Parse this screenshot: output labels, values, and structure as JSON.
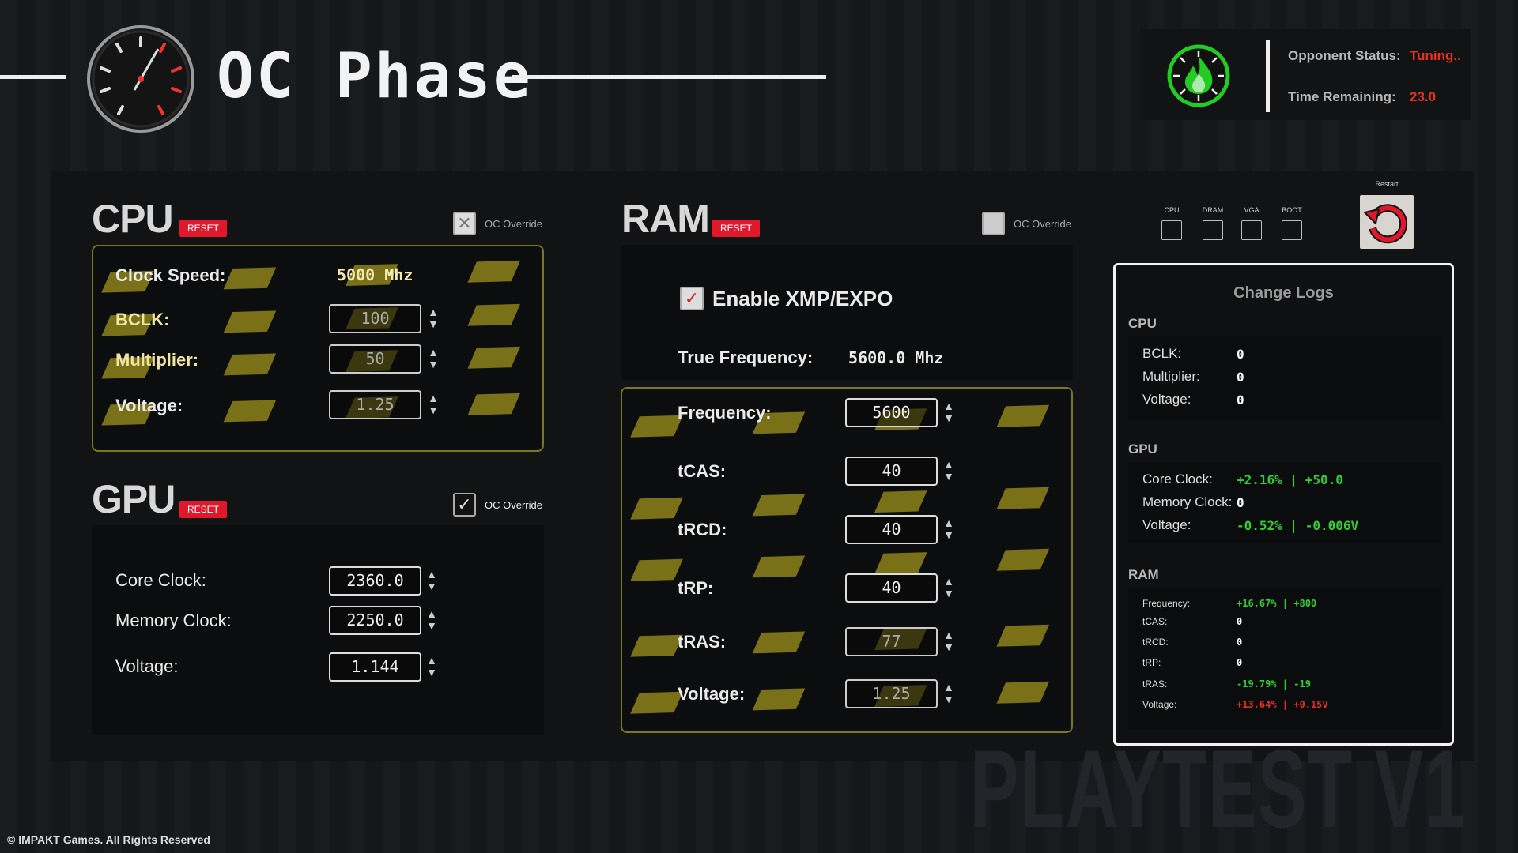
{
  "header": {
    "title": "OC Phase",
    "opponent_label": "Opponent Status:",
    "opponent_value": "Tuning..",
    "time_label": "Time Remaining:",
    "time_value": "23.0"
  },
  "cpu": {
    "title": "CPU",
    "reset": "RESET",
    "oc_override": "OC Override",
    "oc_checked": false,
    "clock_label": "Clock Speed:",
    "clock_value": "5000 Mhz",
    "rows": [
      {
        "label": "BCLK:",
        "value": "100"
      },
      {
        "label": "Multiplier:",
        "value": "50"
      },
      {
        "label": "Voltage:",
        "value": "1.25"
      }
    ]
  },
  "gpu": {
    "title": "GPU",
    "reset": "RESET",
    "oc_override": "OC Override",
    "oc_checked": true,
    "rows": [
      {
        "label": "Core Clock:",
        "value": "2360.0"
      },
      {
        "label": "Memory Clock:",
        "value": "2250.0"
      },
      {
        "label": "Voltage:",
        "value": "1.144"
      }
    ]
  },
  "ram": {
    "title": "RAM",
    "reset": "RESET",
    "oc_override": "OC Override",
    "oc_checked": false,
    "xmp_label": "Enable XMP/EXPO",
    "xmp_checked": true,
    "true_freq_label": "True Frequency:",
    "true_freq_value": "5600.0 Mhz",
    "rows": [
      {
        "label": "Frequency:",
        "value": "5600"
      },
      {
        "label": "tCAS:",
        "value": "40"
      },
      {
        "label": "tRCD:",
        "value": "40"
      },
      {
        "label": "tRP:",
        "value": "40"
      },
      {
        "label": "tRAS:",
        "value": "77"
      },
      {
        "label": "Voltage:",
        "value": "1.25"
      }
    ]
  },
  "boot": {
    "items": [
      "CPU",
      "DRAM",
      "VGA",
      "BOOT"
    ],
    "restart_label": "Restart"
  },
  "logs": {
    "title": "Change Logs",
    "cpu": {
      "title": "CPU",
      "rows": [
        {
          "label": "BCLK:",
          "value": "0"
        },
        {
          "label": "Multiplier:",
          "value": "0"
        },
        {
          "label": "Voltage:",
          "value": "0"
        }
      ]
    },
    "gpu": {
      "title": "GPU",
      "rows": [
        {
          "label": "Core Clock:",
          "value": "+2.16% | +50.0"
        },
        {
          "label": "Memory Clock:",
          "value": "0"
        },
        {
          "label": "Voltage:",
          "value": "-0.52% | -0.006V"
        }
      ]
    },
    "ram": {
      "title": "RAM",
      "rows": [
        {
          "label": "Frequency:",
          "value": "+16.67% | +800"
        },
        {
          "label": "tCAS:",
          "value": "0"
        },
        {
          "label": "tRCD:",
          "value": "0"
        },
        {
          "label": "tRP:",
          "value": "0"
        },
        {
          "label": "tRAS:",
          "value": "-19.79% | -19"
        },
        {
          "label": "Voltage:",
          "value": "+13.64% | +0.15V"
        }
      ]
    }
  },
  "colors": {
    "positive": "#33cc33",
    "negative": "#e8321e",
    "accent_red": "#e0182c",
    "hazard": "#8c8219"
  },
  "watermark": "PLAYTEST V1",
  "footer": "© IMPAKT Games. All Rights Reserved"
}
